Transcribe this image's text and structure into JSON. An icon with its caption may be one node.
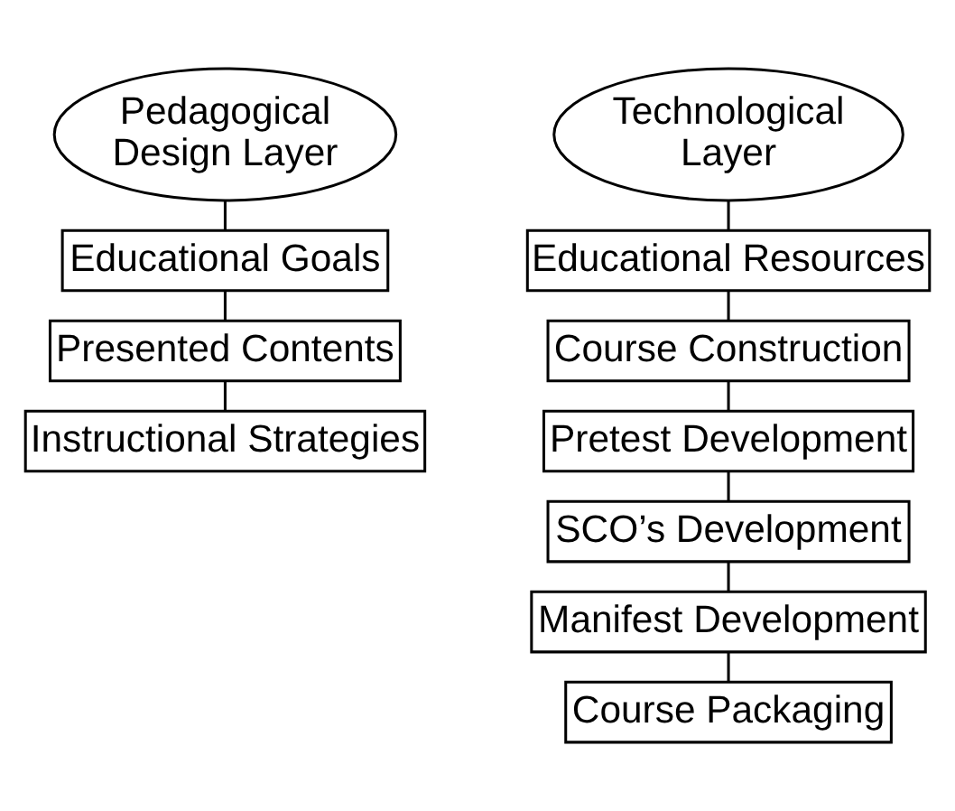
{
  "diagram": {
    "nodes": [
      {
        "text": [
          "Pedagogical Design Layer"
        ]
      },
      {
        "text": [
          "Educational Goals"
        ]
      },
      {
        "text": [
          "Presented Contents"
        ]
      },
      {
        "text": [
          "Instructional Strategies"
        ]
      },
      {
        "text": [
          "Technological Layer"
        ]
      },
      {
        "text": [
          "Educational Resources"
        ]
      },
      {
        "text": [
          "Course Construction"
        ]
      },
      {
        "text": [
          "Pretest Development"
        ]
      },
      {
        "text": [
          "SCO’s Development"
        ]
      },
      {
        "text": [
          "Manifest Development"
        ]
      },
      {
        "text": [
          "Course Packaging"
        ]
      }
    ],
    "edges": [
      {
        "from": 0,
        "to": 1,
        "arrow": "none"
      },
      {
        "from": 1,
        "to": 2,
        "arrow": "none"
      },
      {
        "from": 2,
        "to": 3,
        "arrow": "none"
      },
      {
        "from": 4,
        "to": 5,
        "arrow": "none"
      },
      {
        "from": 5,
        "to": 6,
        "arrow": "none"
      },
      {
        "from": 6,
        "to": 7,
        "arrow": "none"
      },
      {
        "from": 7,
        "to": 8,
        "arrow": "none"
      },
      {
        "from": 8,
        "to": 9,
        "arrow": "none"
      },
      {
        "from": 9,
        "to": 10,
        "arrow": "none"
      }
    ]
  }
}
